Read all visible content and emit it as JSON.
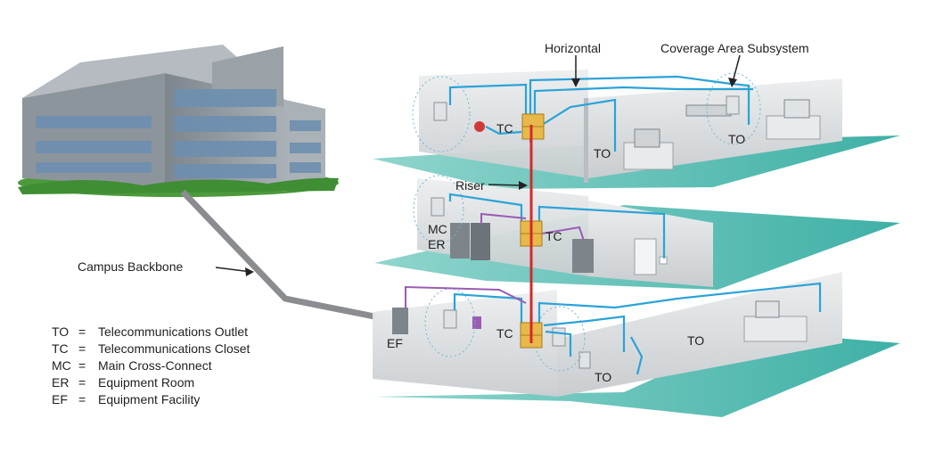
{
  "labels": {
    "horizontal": "Horizontal",
    "coverage": "Coverage Area Subsystem",
    "riser": "Riser",
    "campus_backbone": "Campus Backbone",
    "tc_top": "TC",
    "tc_mid": "TC",
    "tc_bot": "TC",
    "to_top_left": "TO",
    "to_top_right": "TO",
    "to_bot_mid": "TO",
    "to_bot_right": "TO",
    "mc": "MC",
    "er": "ER",
    "ef": "EF"
  },
  "legend": [
    {
      "abbr": "TO",
      "sep": "=",
      "meaning": "Telecommunications Outlet"
    },
    {
      "abbr": "TC",
      "sep": "=",
      "meaning": "Telecommunications Closet"
    },
    {
      "abbr": "MC",
      "sep": "=",
      "meaning": "Main Cross-Connect"
    },
    {
      "abbr": "ER",
      "sep": "=",
      "meaning": "Equipment Room"
    },
    {
      "abbr": "EF",
      "sep": "=",
      "meaning": "Equipment Facility"
    }
  ],
  "colors": {
    "floor": "#5fc2b8",
    "wall": "#d9dcdf",
    "cable_blue": "#2aa3d8",
    "riser_red": "#d42a2a",
    "purple": "#9b5bb3",
    "closet": "#e8b84a",
    "backbone": "#8a8c8f"
  }
}
